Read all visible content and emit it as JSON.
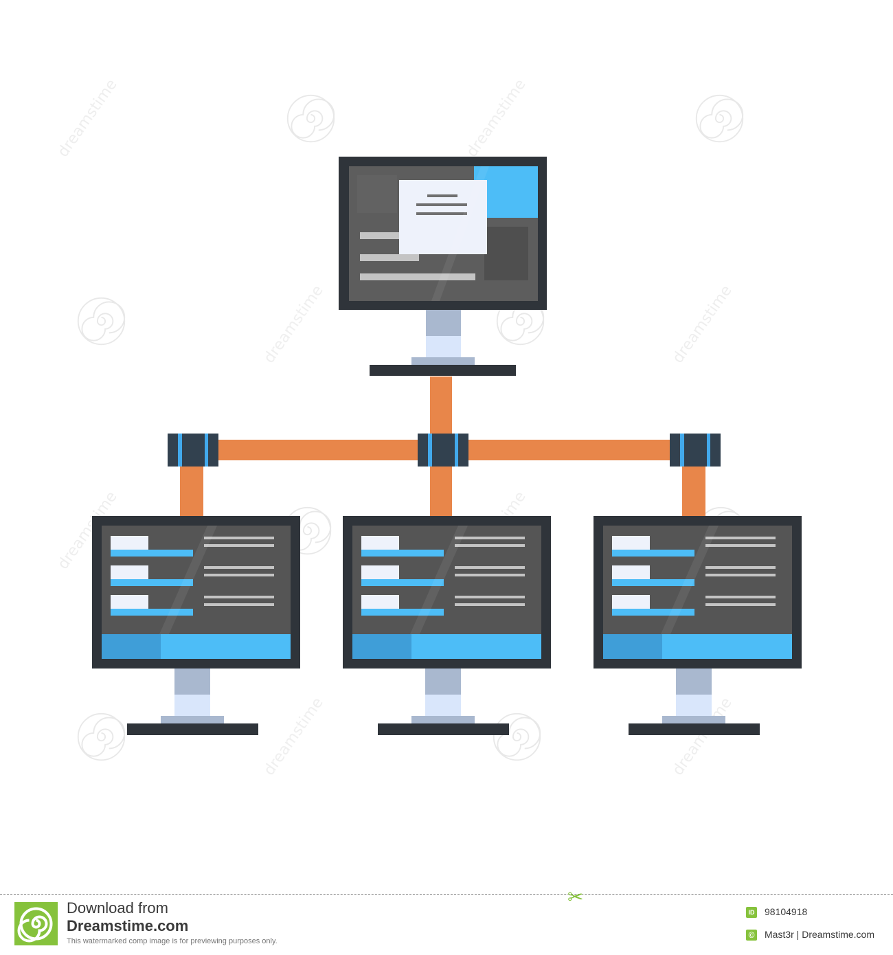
{
  "footer": {
    "download_from": "Download from",
    "site": "Dreamstime.com",
    "note": "This watermarked comp image is for previewing purposes only.",
    "id_badge": "ID",
    "id_value": "98104918",
    "copyright_badge": "©",
    "credit": "Mast3r | Dreamstime.com"
  },
  "watermark": {
    "text": "dreamstime"
  },
  "colors": {
    "frame": "#2f343a",
    "screen": "#555555",
    "accent_blue": "#4dbdf7",
    "stand_light": "#d9e6fb",
    "stand_mid": "#a9b8cf",
    "cable": "#e8864a",
    "connector": "#32414f",
    "connector_stripe": "#42a9ec",
    "brand_green": "#86c23c"
  }
}
